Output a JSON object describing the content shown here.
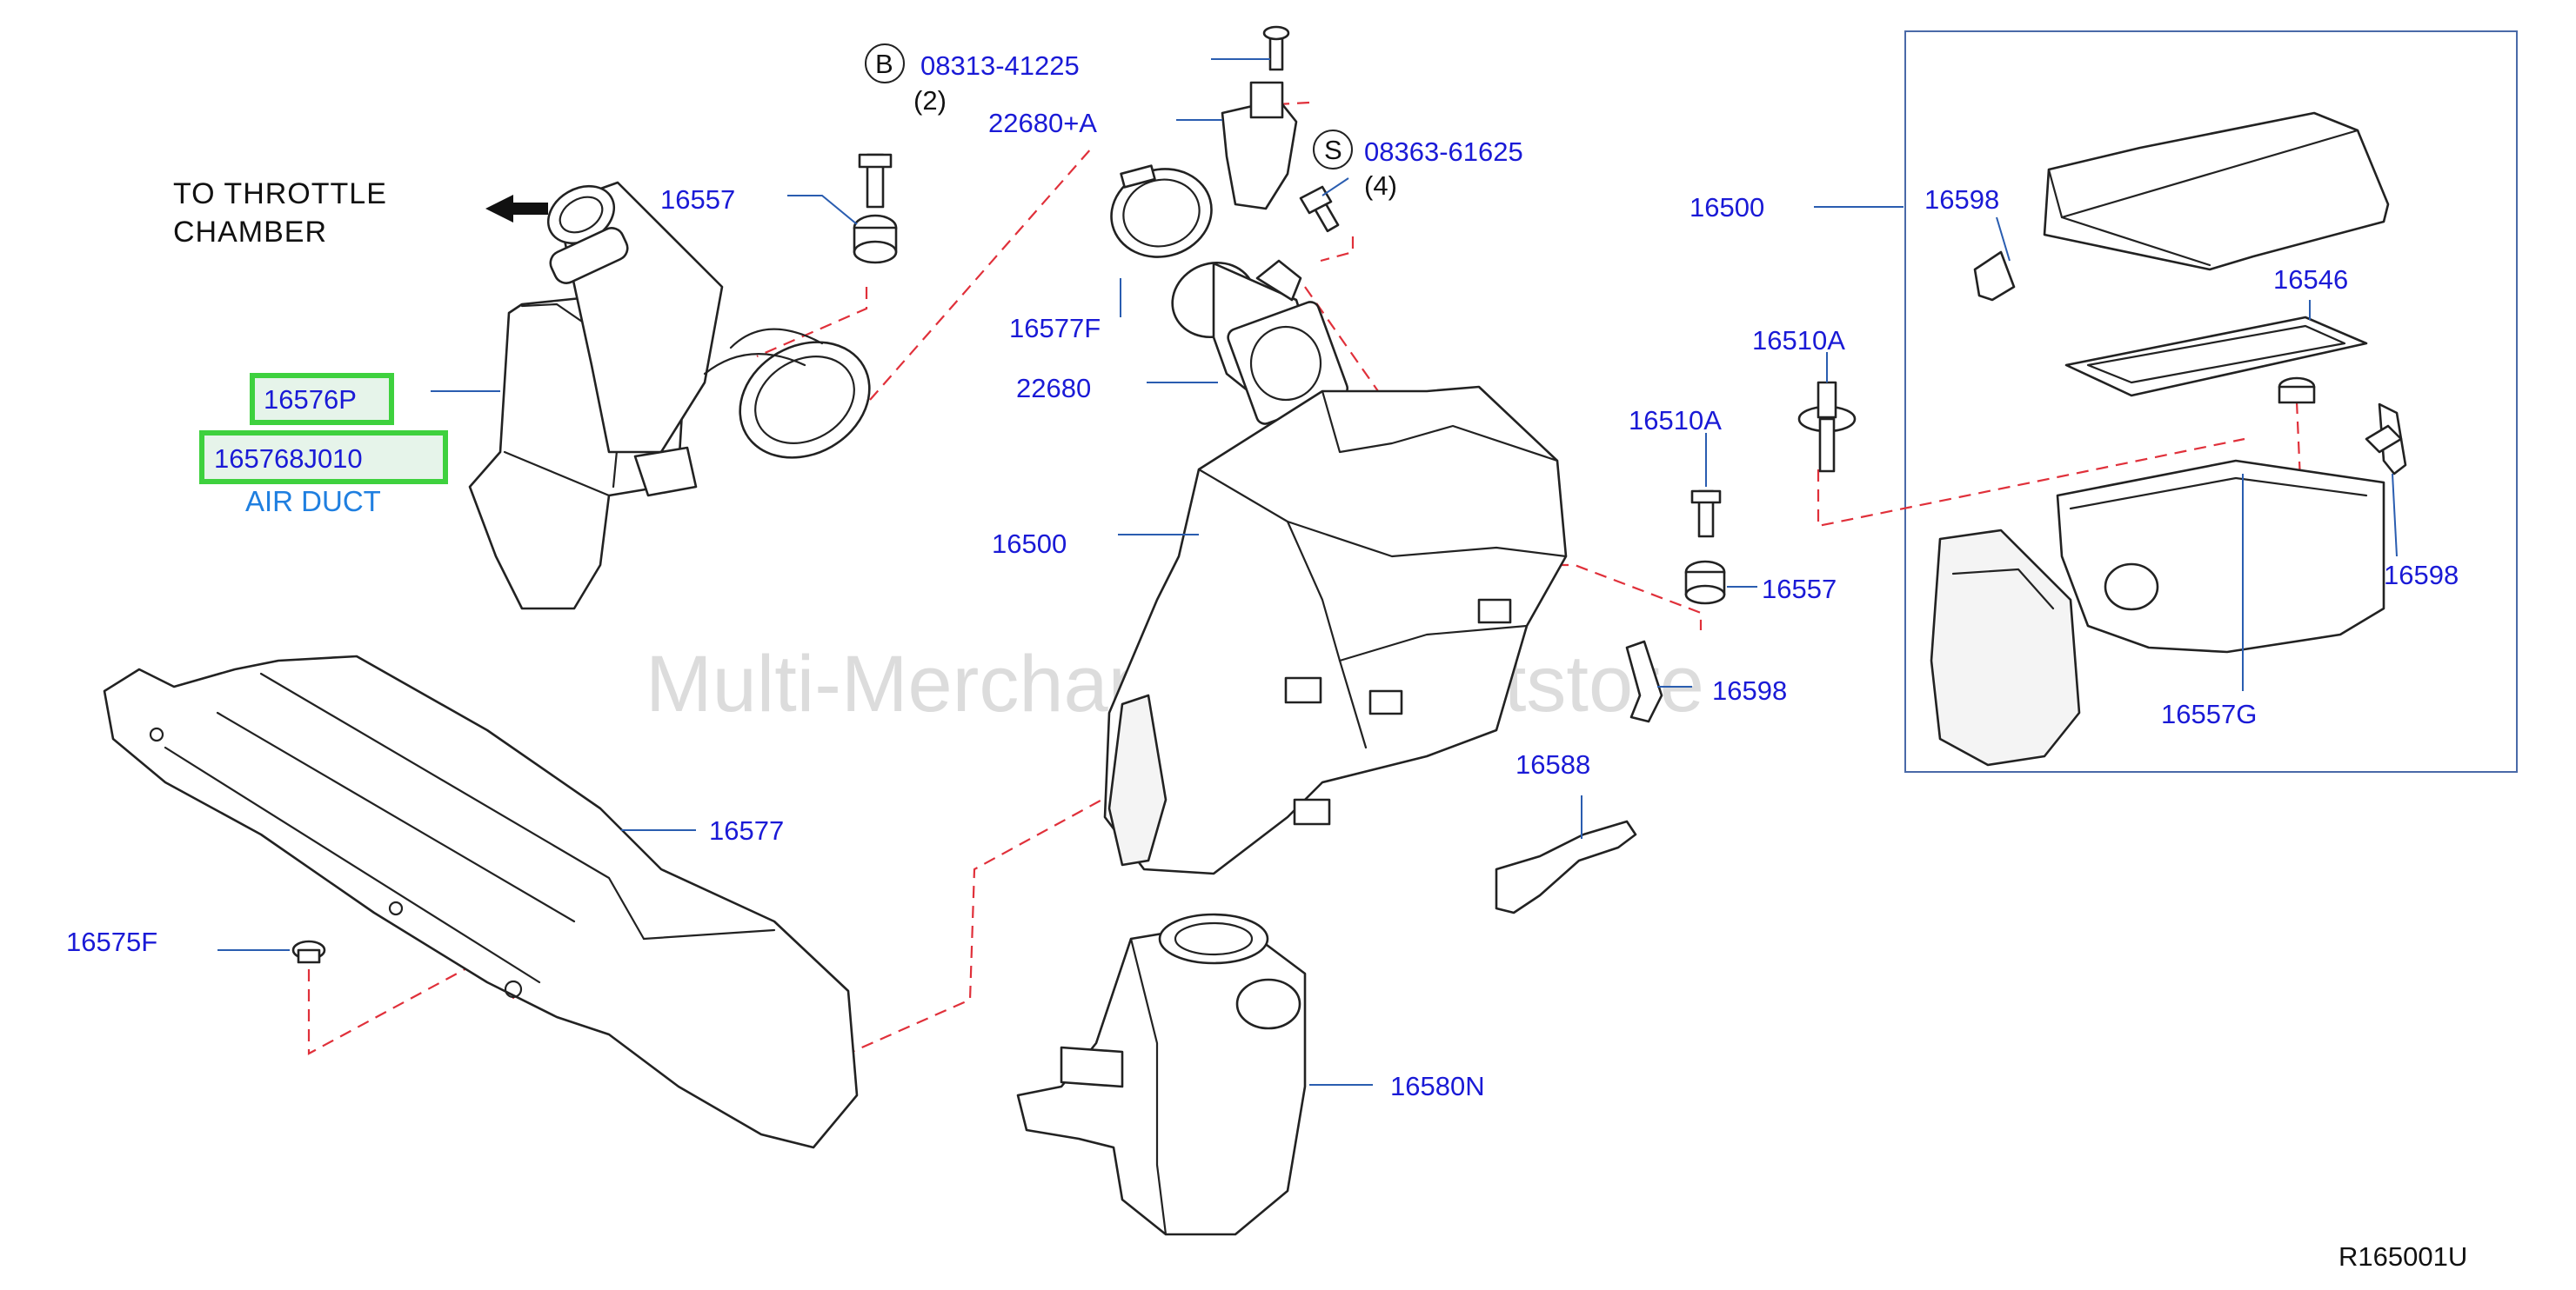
{
  "callouts": {
    "c08313": "08313-41225",
    "q2": "(2)",
    "c22680a": "22680+A",
    "c08363": "08363-61625",
    "q4": "(4)",
    "c16557_top": "16557",
    "c16577f": "16577F",
    "c22680": "22680",
    "c16576p": "16576P",
    "c165768j010": "165768J010",
    "c16500_main": "16500",
    "c16510a_1": "16510A",
    "c16510a_2": "16510A",
    "c16557_mid": "16557",
    "c16598_mid": "16598",
    "c16588": "16588",
    "c16577": "16577",
    "c16575f": "16575F",
    "c16580n": "16580N",
    "c16500_box": "16500",
    "c16598_box1": "16598",
    "c16546": "16546",
    "c16598_box2": "16598",
    "c16557g": "16557G"
  },
  "badges": {
    "b": "B",
    "s": "S"
  },
  "labels": {
    "to_throttle_line1": "TO  THROTTLE",
    "to_throttle_line2": "CHAMBER",
    "air_duct": "AIR DUCT",
    "ref_code": "R165001U"
  },
  "watermark": "Multi-Merchant Auto Partstore",
  "colors": {
    "callout_text": "#1a1ad6",
    "highlight_border": "#3ed13e",
    "highlight_fill": "#e6f4ea",
    "leader_dash": "#e0303a",
    "air_duct_text": "#1f7fe0"
  }
}
